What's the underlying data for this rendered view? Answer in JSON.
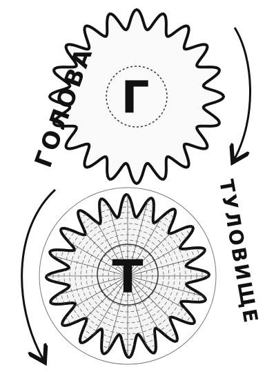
{
  "upper_gear": {
    "letter": "Г",
    "word": "ГОЛОВА",
    "teeth": 20
  },
  "lower_gear": {
    "letter": "Т",
    "word": "ТУЛОВИЩЕ",
    "teeth": 20
  },
  "colors": {
    "ink": "#111111",
    "hatch": "#555555",
    "paper": "#ffffff"
  },
  "arrows": {
    "right": "clockwise-down",
    "left": "counter-down"
  }
}
